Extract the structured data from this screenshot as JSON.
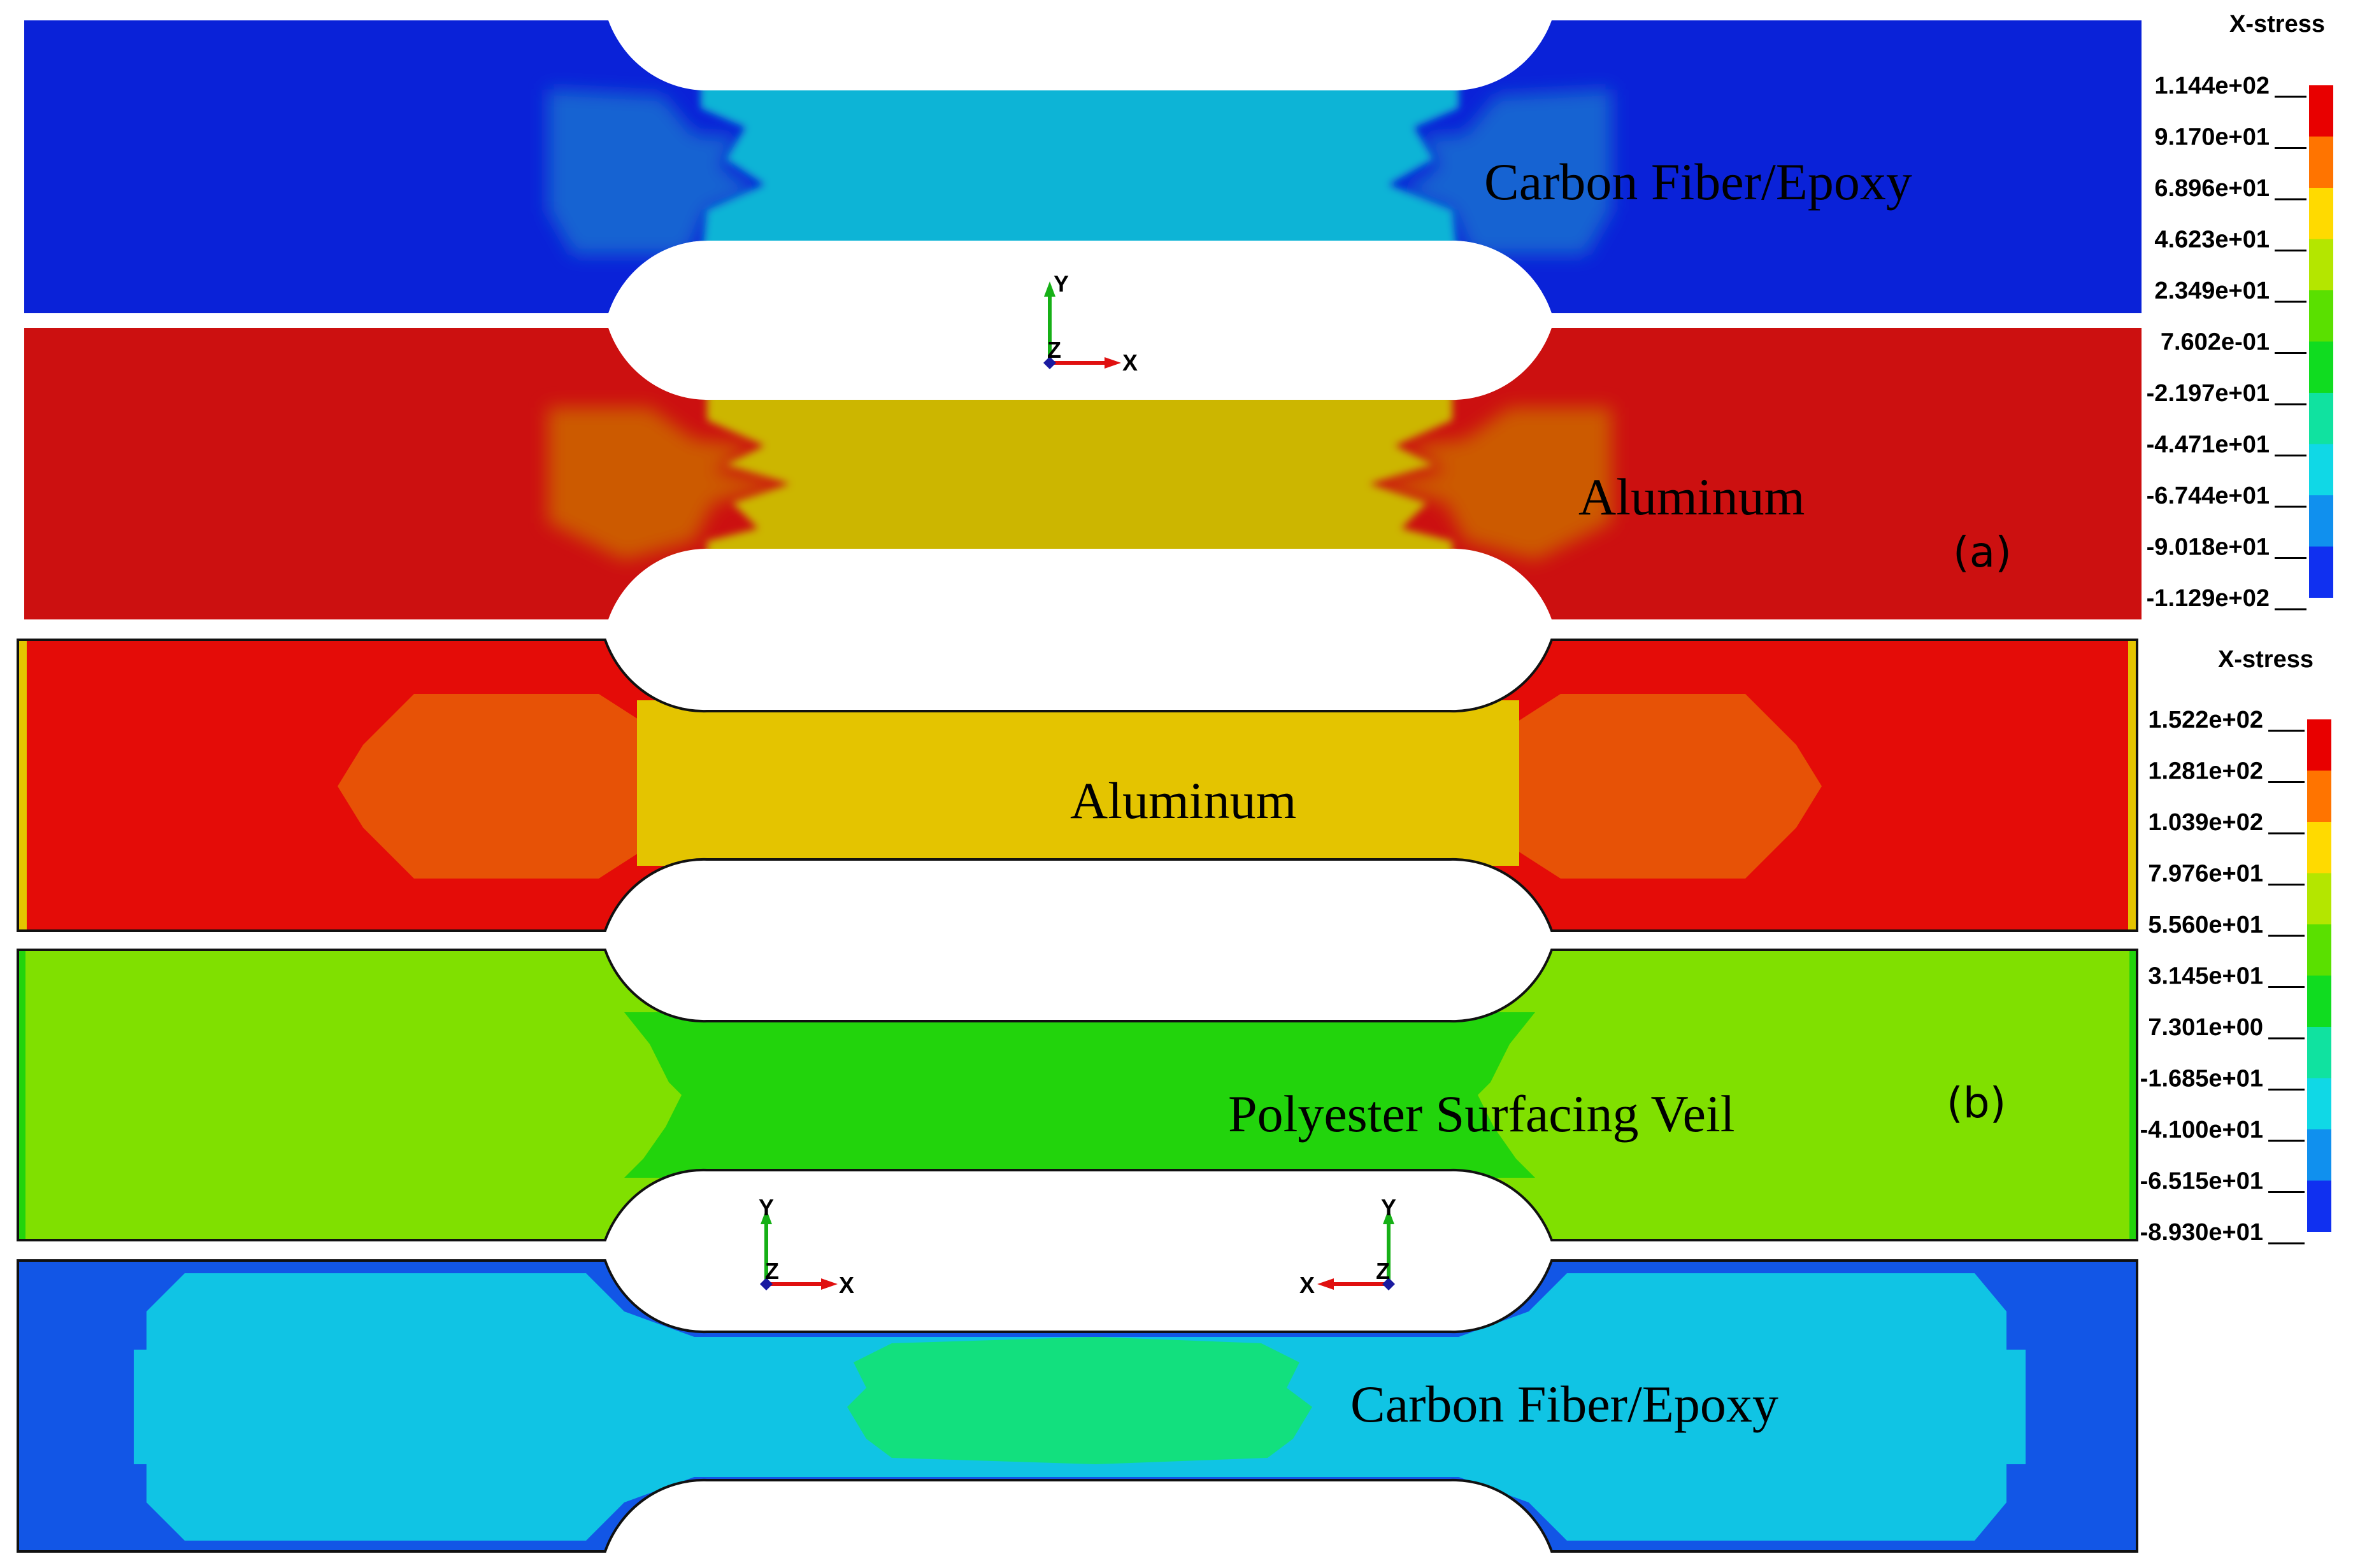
{
  "panels": [
    {
      "tag": "(a)",
      "legend": {
        "title": "X-stress",
        "ticks": [
          "1.144e+02",
          "9.170e+01",
          "6.896e+01",
          "4.623e+01",
          "2.349e+01",
          "7.602e-01",
          "-2.197e+01",
          "-4.471e+01",
          "-6.744e+01",
          "-9.018e+01",
          "-1.129e+02"
        ]
      },
      "layers": [
        {
          "label": "Carbon Fiber/Epoxy",
          "outer_color": "#0a22d8",
          "transition_color": "#1464d2",
          "center_color": "#10b4d6",
          "center_blob_color": ""
        },
        {
          "label": "Aluminum",
          "outer_color": "#cc1010",
          "transition_color": "#cc5a06",
          "center_color": "#ccb602",
          "center_blob_color": ""
        }
      ]
    },
    {
      "tag": "(b)",
      "legend": {
        "title": "X-stress",
        "ticks": [
          "1.522e+02",
          "1.281e+02",
          "1.039e+02",
          "7.976e+01",
          "5.560e+01",
          "3.145e+01",
          "7.301e+00",
          "-1.685e+01",
          "-4.100e+01",
          "-6.515e+01",
          "-8.930e+01"
        ]
      },
      "layers": [
        {
          "label": "Aluminum",
          "outer_color": "#e40c08",
          "transition_color": "#e75206",
          "center_color": "#e4c400",
          "center_blob_color": ""
        },
        {
          "label": "Polyester Surfacing Veil",
          "outer_color": "#80e000",
          "transition_color": "#66da00",
          "center_color": "#22d40c",
          "center_blob_color": ""
        },
        {
          "label": "Carbon Fiber/Epoxy",
          "outer_color": "#1256e6",
          "transition_color": "#10c4e4",
          "center_color": "#10c8e4",
          "center_blob_color": "#12e07e"
        }
      ]
    }
  ],
  "legend_colors": [
    "#e80000",
    "#ff7400",
    "#ffda00",
    "#b4e600",
    "#5ae000",
    "#10dc20",
    "#10e2a0",
    "#10d8e6",
    "#1090ee",
    "#1030f0",
    "#0000e4"
  ],
  "axis_triads": [
    {
      "y_label": "Y",
      "z_label": "Z",
      "x_label": "X"
    },
    {
      "y_label": "Y",
      "z_label": "Z",
      "x_label": "X"
    },
    {
      "y_label": "Y",
      "z_label": "Z",
      "x_label": "X"
    }
  ]
}
